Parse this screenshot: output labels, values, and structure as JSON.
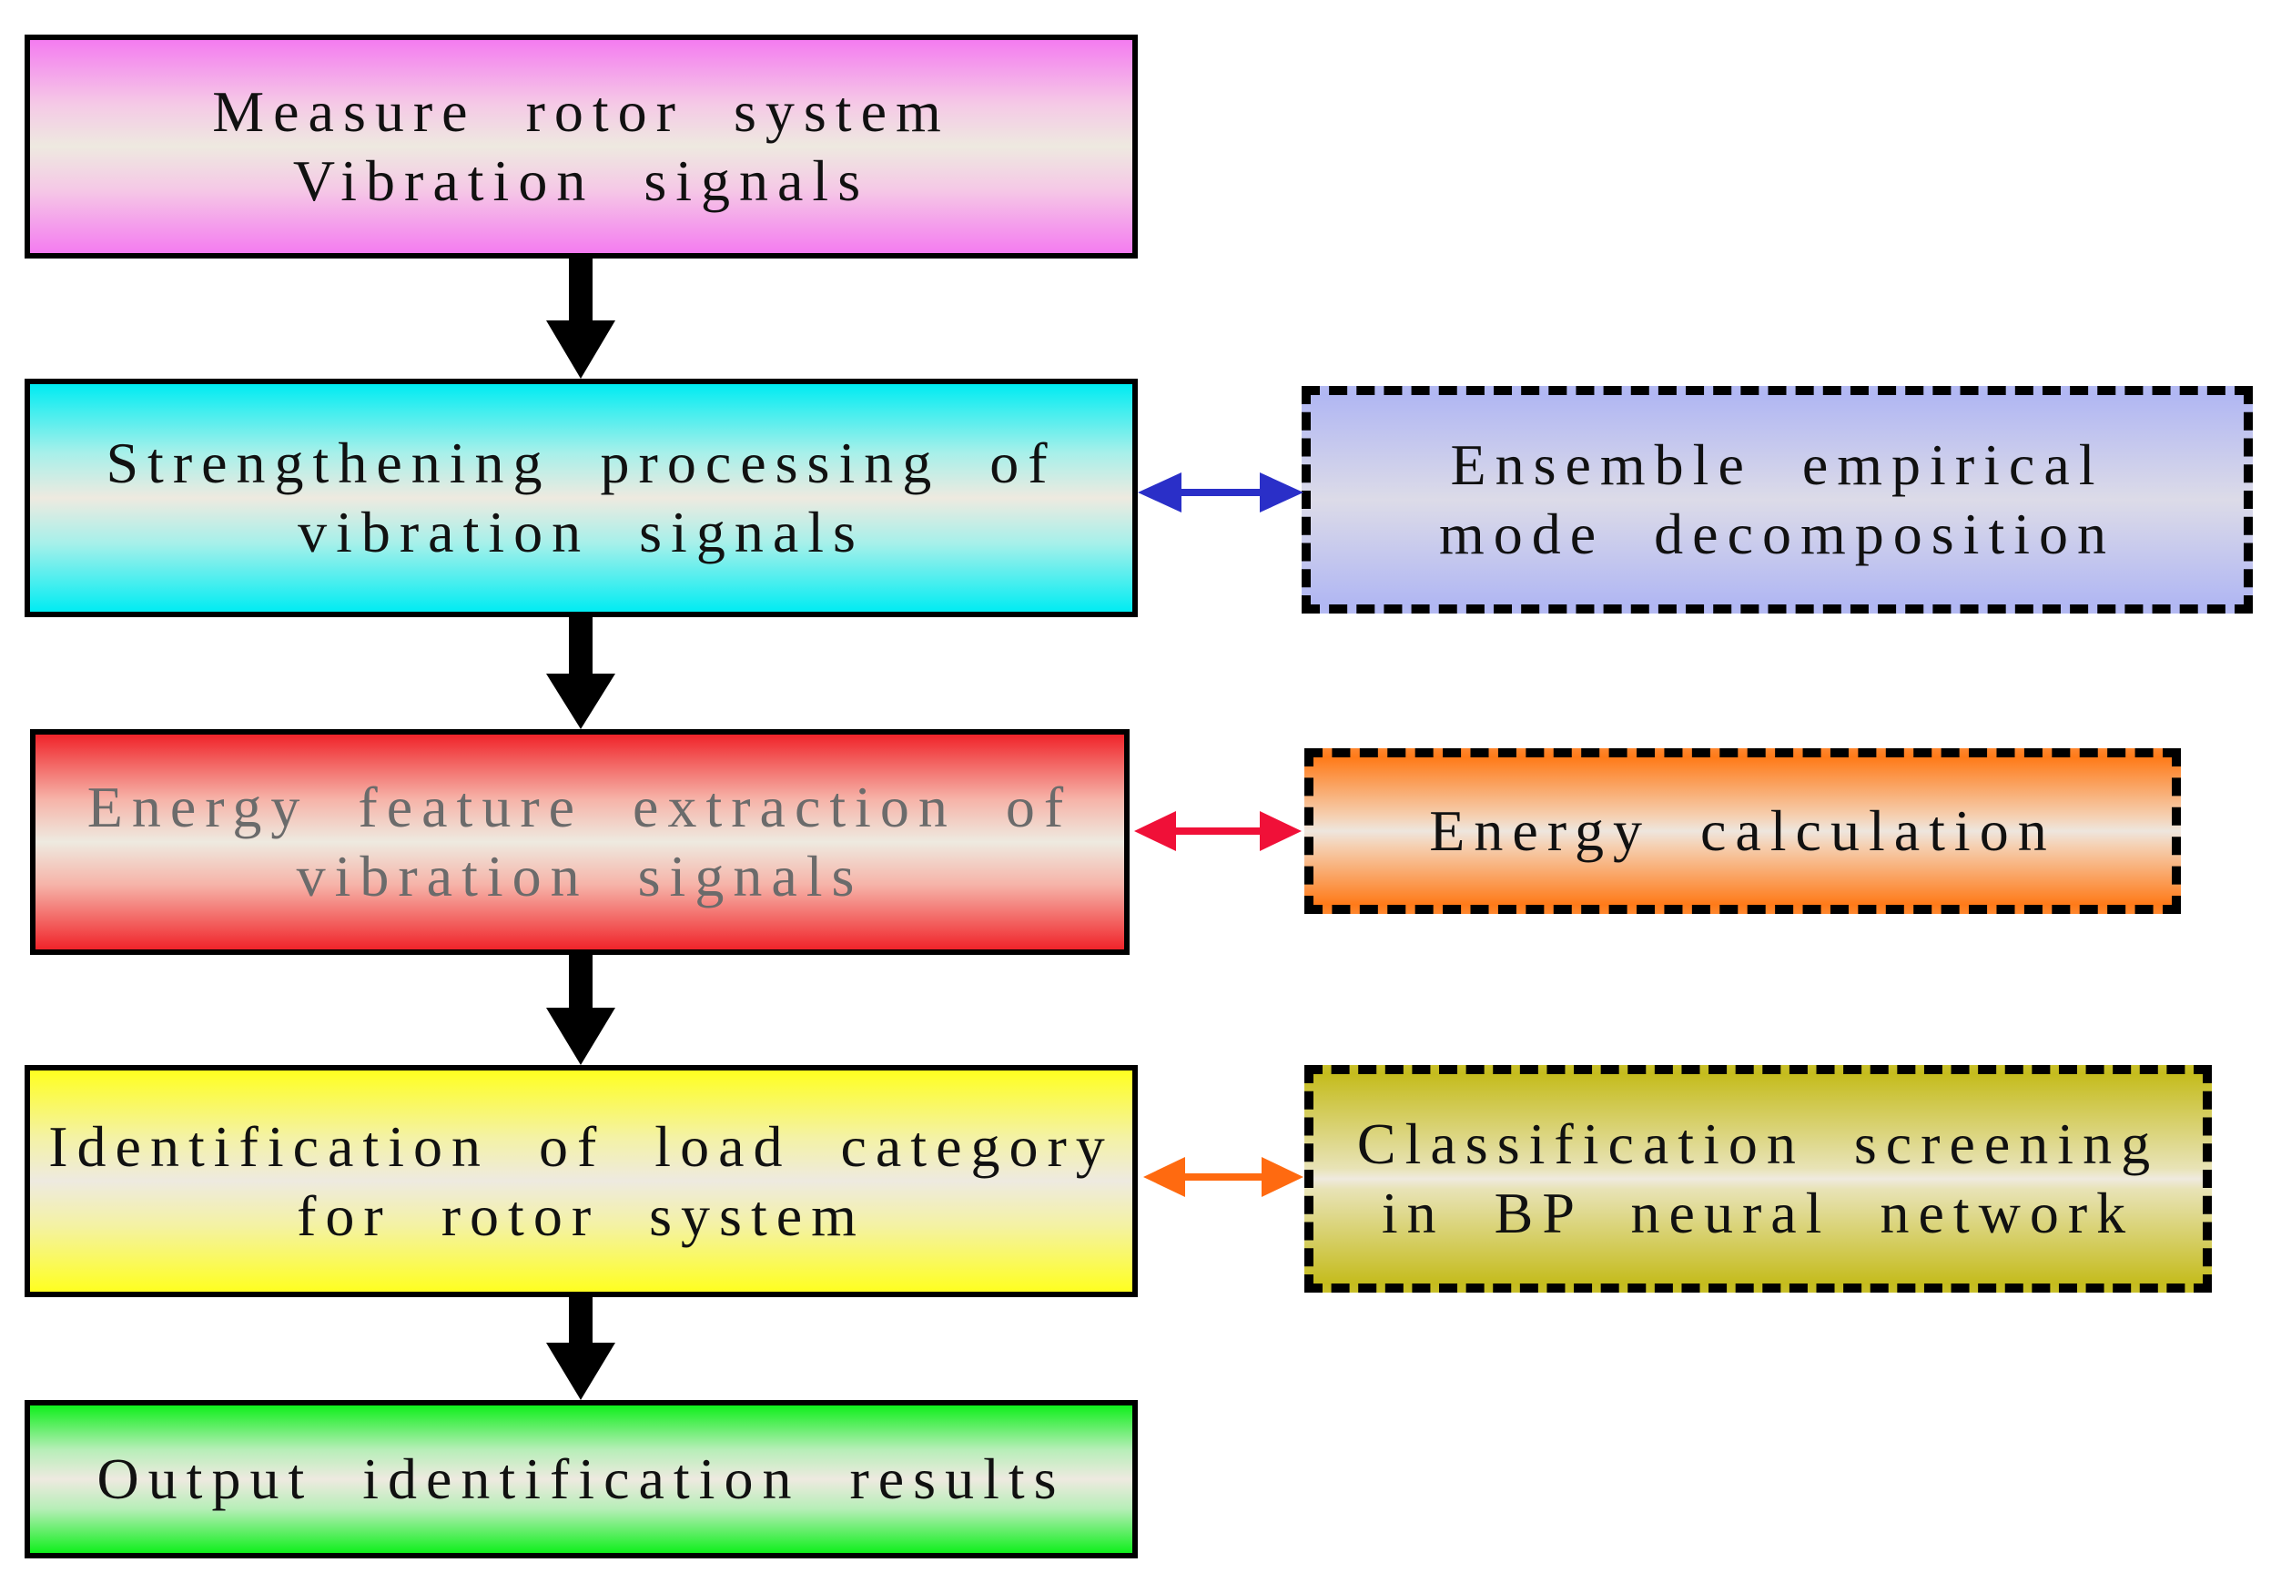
{
  "flow": {
    "step1": {
      "line1": "Measure rotor system",
      "line2": "Vibration signals"
    },
    "step2": {
      "line1": "Strengthening processing of",
      "line2": "vibration signals"
    },
    "step3": {
      "line1": "Energy feature extraction of",
      "line2": "vibration signals"
    },
    "step4": {
      "line1": "Identification of load category",
      "line2": "for rotor system"
    },
    "step5": {
      "line1": "Output identification results"
    }
  },
  "methods": {
    "eemd": {
      "line1": "Ensemble empirical",
      "line2": "mode decomposition"
    },
    "energy": {
      "line1": "Energy calculation"
    },
    "bp": {
      "line1": "Classification screening",
      "line2": "in BP neural network"
    }
  },
  "colors": {
    "step1": "#f47cf0",
    "step2": "#00ecf2",
    "step3": "#f0242a",
    "step4": "#ffff20",
    "step5": "#10ef1c",
    "eemd": "#b1b7f3",
    "energy": "#ff7a18",
    "bp": "#c5bc1d",
    "arrow_blue": "#2a2fc8",
    "arrow_red": "#f01038",
    "arrow_orange": "#ff6a10"
  }
}
